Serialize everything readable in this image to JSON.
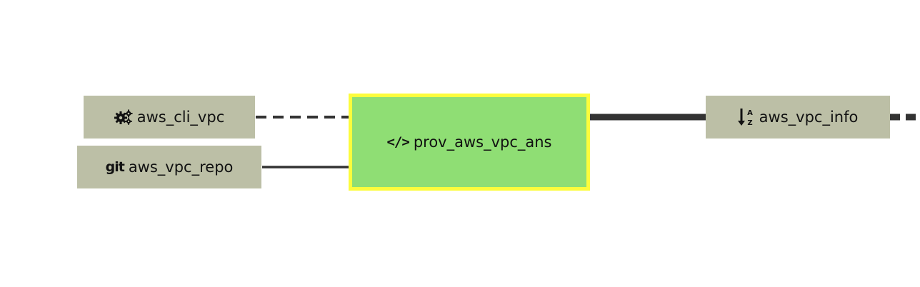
{
  "nodes": {
    "aws_cli_vpc": {
      "label": "aws_cli_vpc",
      "icon": "gears-icon",
      "type": "resource"
    },
    "aws_vpc_repo": {
      "label": "aws_vpc_repo",
      "icon": "git-icon",
      "icon_text": "git",
      "type": "resource"
    },
    "prov_aws_vpc_ans": {
      "label": "prov_aws_vpc_ans",
      "icon": "code-icon",
      "icon_text": "</>",
      "type": "job"
    },
    "aws_vpc_info": {
      "label": "aws_vpc_info",
      "icon": "sort-alpha-down-icon",
      "type": "resource"
    }
  },
  "edges": [
    {
      "from": "aws_cli_vpc",
      "to": "prov_aws_vpc_ans",
      "style": "dashed"
    },
    {
      "from": "aws_vpc_repo",
      "to": "prov_aws_vpc_ans",
      "style": "solid"
    },
    {
      "from": "prov_aws_vpc_ans",
      "to": "aws_vpc_info",
      "style": "solid-thick"
    },
    {
      "from": "aws_vpc_info",
      "to": "offscreen-right",
      "style": "dashed-thick"
    }
  ],
  "colors": {
    "resource_fill": "#bcbfa6",
    "job_fill": "#8fde74",
    "job_border": "#fcfc3c",
    "edge": "#333333"
  }
}
